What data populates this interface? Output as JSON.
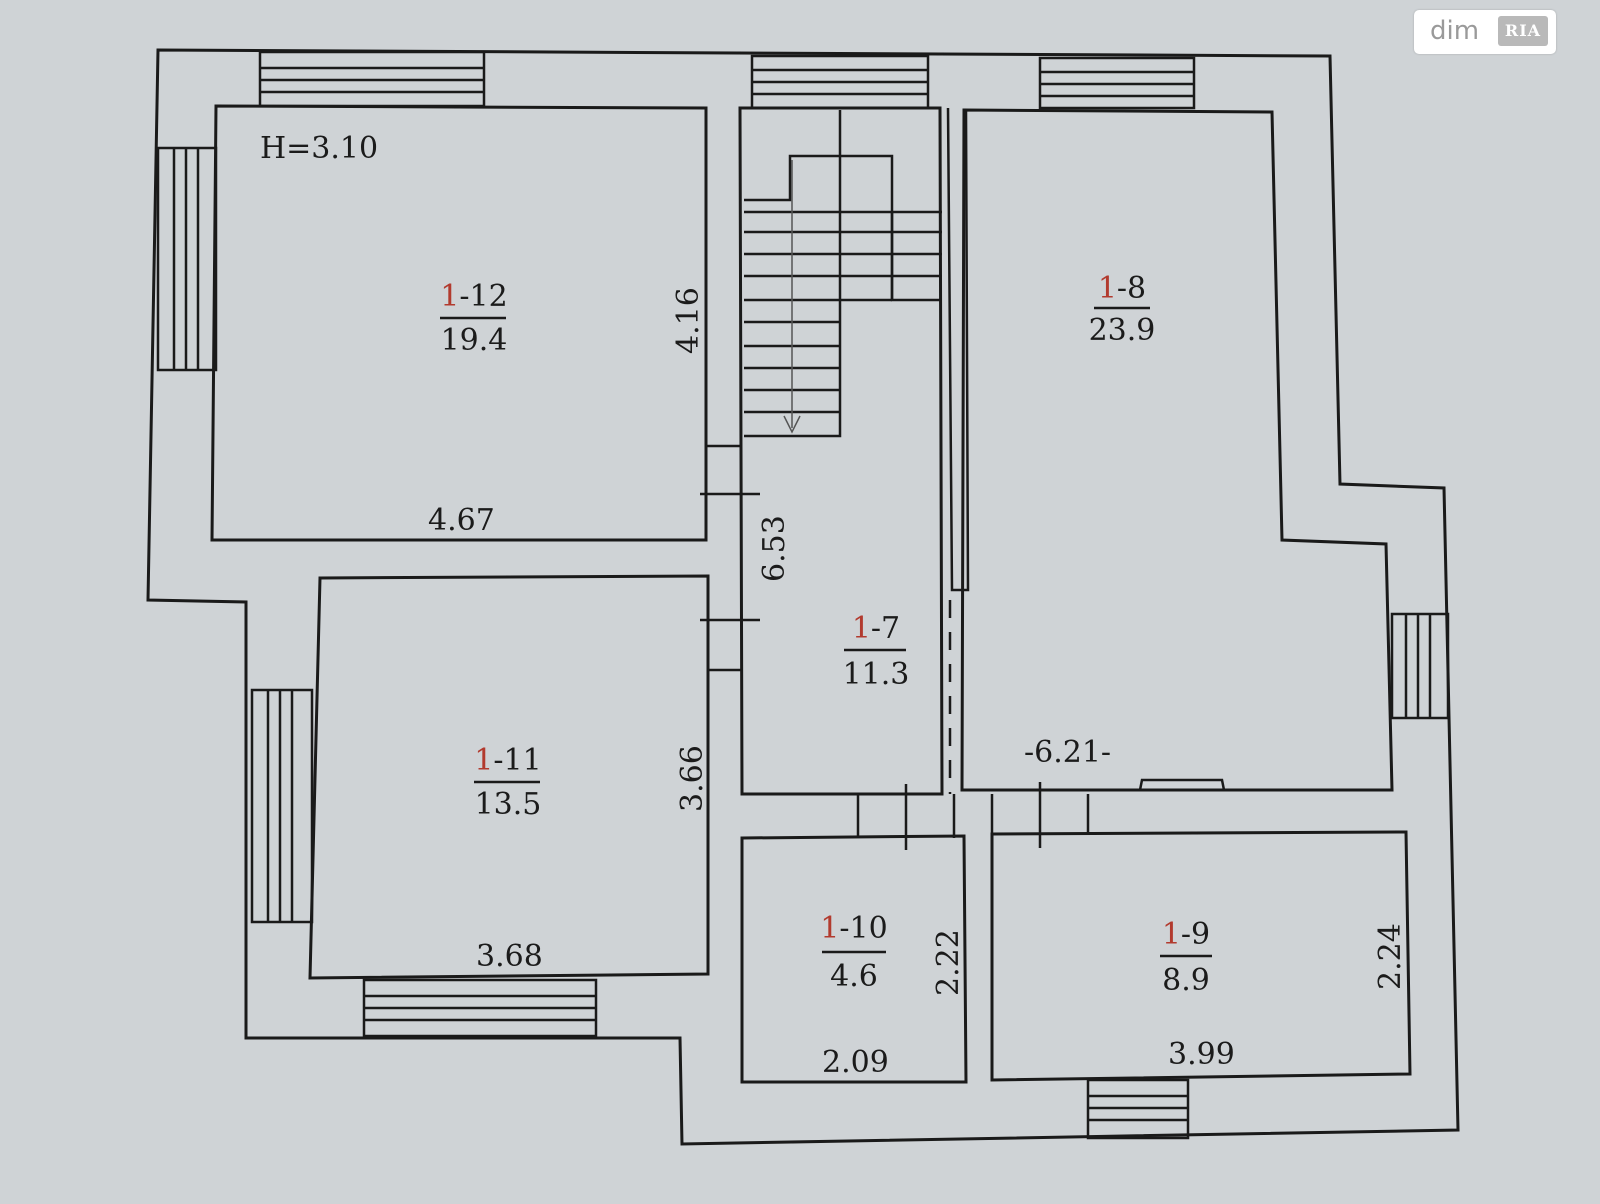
{
  "plan": {
    "height_label": "H=3.10",
    "rooms": [
      {
        "id": "r12",
        "prefix": "1",
        "number": "-12",
        "area": "19.4"
      },
      {
        "id": "r11",
        "prefix": "1",
        "number": "-11",
        "area": "13.5"
      },
      {
        "id": "r7",
        "prefix": "1",
        "number": "-7",
        "area": "11.3"
      },
      {
        "id": "r8",
        "prefix": "1",
        "number": "-8",
        "area": "23.9"
      },
      {
        "id": "r10",
        "prefix": "1",
        "number": "-10",
        "area": "4.6"
      },
      {
        "id": "r9",
        "prefix": "1",
        "number": "-9",
        "area": "8.9"
      }
    ],
    "dimensions": {
      "r12_height": "4.16",
      "r12_width": "4.67",
      "r7_height": "6.53",
      "r11_height": "3.66",
      "r11_width": "3.68",
      "r8_width": "-6.21-",
      "r10_height": "2.22",
      "r10_width": "2.09",
      "r9_height": "2.24",
      "r9_width": "3.99"
    }
  },
  "watermark": {
    "text": "dim",
    "logo": "RIA"
  },
  "colors": {
    "background": "#cfd3d6",
    "lines": "#1a1a1a",
    "room_prefix": "#b23a2e"
  }
}
